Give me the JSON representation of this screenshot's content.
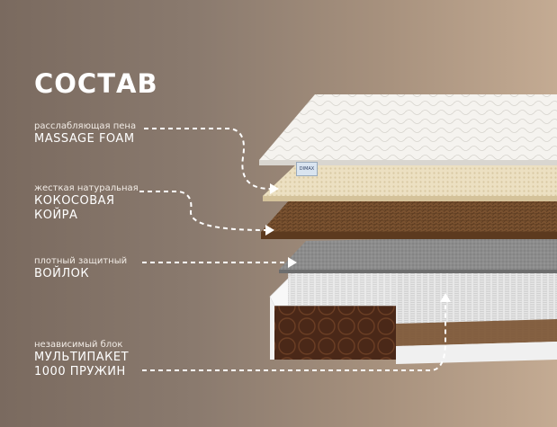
{
  "title": "СОСТАВ",
  "layers": [
    {
      "small": "расслабляющая пена",
      "big": "MASSAGE FOAM"
    },
    {
      "small": "жесткая натуральная",
      "big": "КОКОСОВАЯ",
      "big2": "КОЙРА"
    },
    {
      "small": "плотный защитный",
      "big": "ВОЙЛОК"
    },
    {
      "small": "независимый блок",
      "big": "МУЛЬТИПАКЕТ",
      "big2": "1000 ПРУЖИН"
    }
  ],
  "brand_tag": "DIMAX",
  "colors": {
    "foam": "#f4f2ee",
    "latex": "#ece0c2",
    "coir": "#7a5230",
    "felt": "#8a8a8a",
    "springs": "#e6e6e6",
    "base_fabric": "#4a2a18"
  }
}
